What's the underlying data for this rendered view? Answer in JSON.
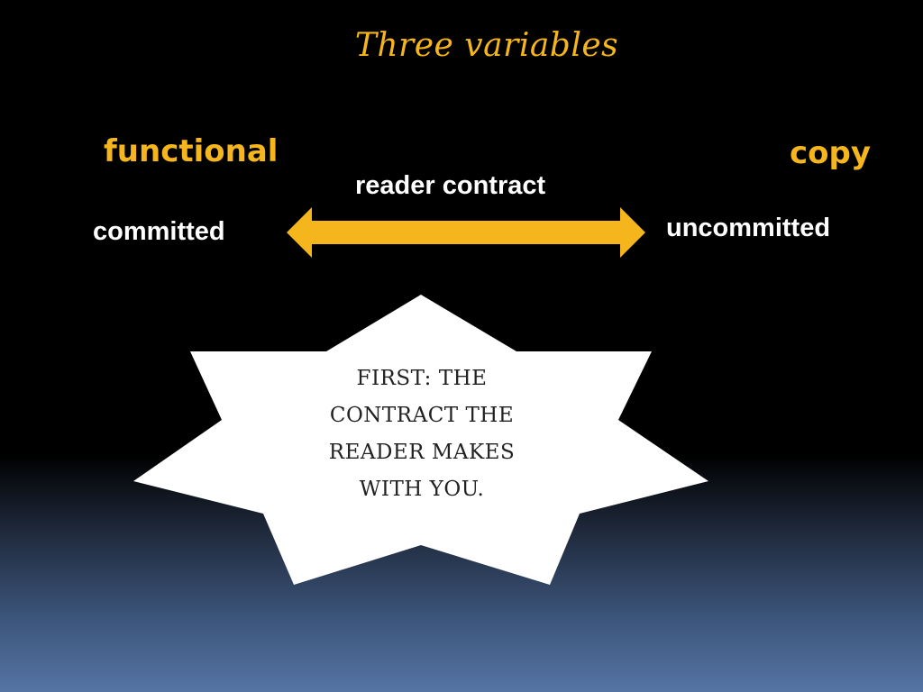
{
  "slide": {
    "title": "Three variables",
    "left_label": "functional",
    "right_label": "copy",
    "arrow_label": "reader contract",
    "left_value": "committed",
    "right_value": "uncommitted",
    "callout_lines": [
      "FIRST: THE",
      "CONTRACT THE",
      "READER MAKES",
      "WITH YOU."
    ]
  },
  "colors": {
    "accent": "#f5b51c",
    "text_light": "#ffffff",
    "callout_fill": "#ffffff",
    "callout_text": "#222222"
  },
  "icons": {
    "arrow": "double-headed-arrow-icon",
    "callout": "star-burst-shape"
  }
}
